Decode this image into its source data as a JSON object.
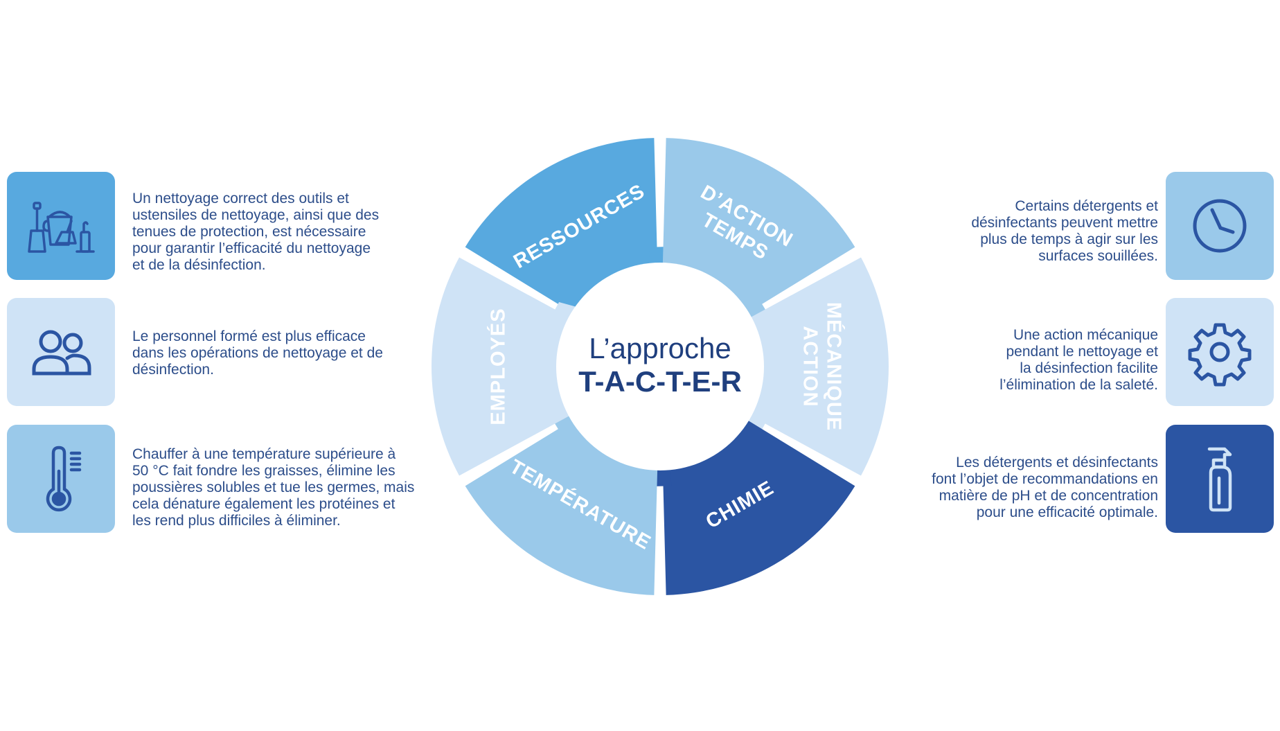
{
  "center": {
    "line1": "L’approche",
    "line2": "T-A-C-T-E-R"
  },
  "segments": [
    {
      "label": "RESSOURCES",
      "color": "#58a9df"
    },
    {
      "label_line1": "TEMPS",
      "label_line2": "D’ACTION",
      "color": "#9ac9ea"
    },
    {
      "label_line1": "ACTION",
      "label_line2": "MÉCANIQUE",
      "color": "#cfe3f6"
    },
    {
      "label": "CHIMIE",
      "color": "#2b55a3"
    },
    {
      "label": "TEMPÉRATURE",
      "color": "#9ac9ea"
    },
    {
      "label": "EMPLOYÉS",
      "color": "#cfe3f6"
    }
  ],
  "left_items": [
    {
      "icon": "cleaning-tools-icon",
      "tile_color": "#58a9df",
      "text": "Un nettoyage correct des outils et\nustensiles de nettoyage, ainsi que des\ntenues de protection, est nécessaire\npour garantir l’efficacité du nettoyage\net de la désinfection."
    },
    {
      "icon": "people-icon",
      "tile_color": "#cfe3f6",
      "text": "Le personnel formé est plus efficace\ndans les opérations de nettoyage et de\ndésinfection."
    },
    {
      "icon": "thermometer-icon",
      "tile_color": "#9ac9ea",
      "text": "Chauffer à une température supérieure à\n50 °C fait fondre les graisses, élimine les\npoussières solubles et tue les germes, mais\ncela dénature également les protéines et\nles rend plus difficiles à éliminer."
    }
  ],
  "right_items": [
    {
      "icon": "clock-icon",
      "tile_color": "#9ac9ea",
      "text": "Certains détergents et\ndésinfectants peuvent mettre\nplus de temps à agir sur les\nsurfaces souillées."
    },
    {
      "icon": "gear-icon",
      "tile_color": "#cfe3f6",
      "text": "Une action mécanique\npendant le nettoyage et\nla désinfection facilite\nl’élimination de la saleté."
    },
    {
      "icon": "spray-bottle-icon",
      "tile_color": "#2b55a3",
      "text": "Les détergents et désinfectants\nfont l’objet de recommandations en\nmatière de pH et de concentration\npour une efficacité optimale."
    }
  ]
}
